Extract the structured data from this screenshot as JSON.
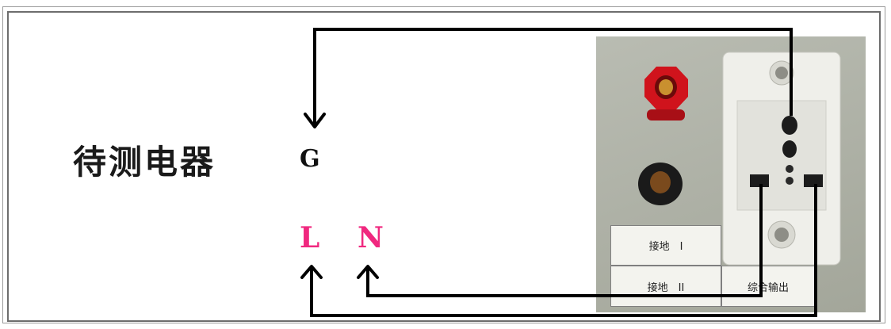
{
  "diagram": {
    "device_label": "待测电器",
    "terminals": {
      "g": "G",
      "l": "L",
      "n": "N"
    },
    "panel_labels": {
      "ground_1": "接地　I",
      "ground_2": "接地　II",
      "combined_output": "综合输出"
    },
    "colors": {
      "terminal_ln": "#f0287f",
      "wire": "#000000",
      "red_post": "#d0131c",
      "black_post": "#1a1a1a"
    }
  }
}
